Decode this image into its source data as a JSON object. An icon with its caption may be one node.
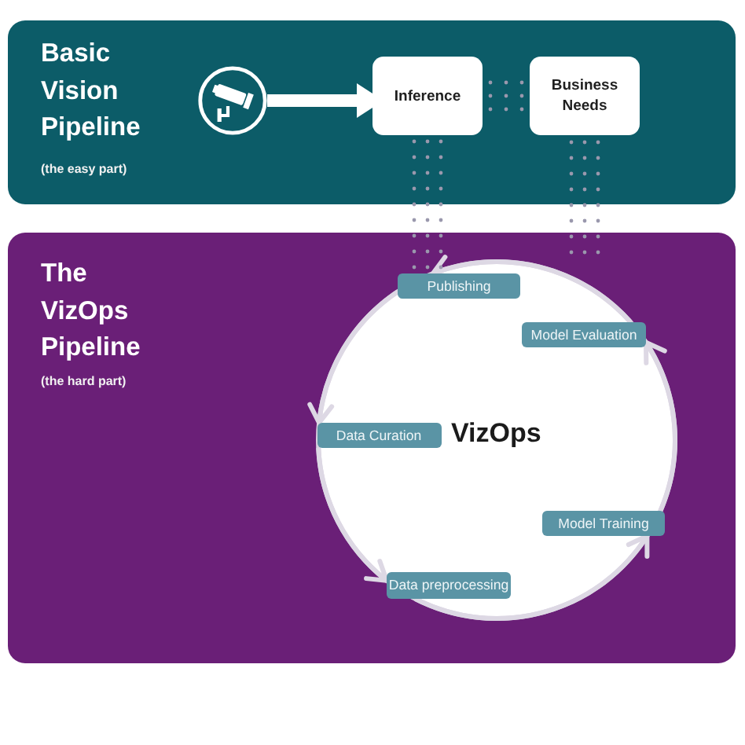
{
  "diagram": {
    "nodes": [
      {
        "text": [
          "Basic Vision Pipeline",
          "(the easy part)"
        ]
      },
      {
        "text": [],
        "shape": "picture",
        "in": 0
      },
      {
        "text": [
          "Inference"
        ],
        "in": 0
      },
      {
        "text": [
          "Business Needs"
        ],
        "in": 0
      },
      {
        "text": [
          "The VizOps Pipeline",
          "(the hard part)"
        ]
      },
      {
        "text": [
          "VizOps"
        ],
        "in": 4
      },
      {
        "text": [
          "Publishing"
        ],
        "in": 5
      },
      {
        "text": [
          "Model Evaluation"
        ],
        "in": 5
      },
      {
        "text": [
          "Data Curation"
        ],
        "in": 5
      },
      {
        "text": [
          "Model Training"
        ],
        "in": 5
      },
      {
        "text": [
          "Data preprocessing"
        ],
        "in": 5
      }
    ],
    "edges": [
      {
        "from": 1,
        "to": 2,
        "arrow": "to",
        "style": "thick",
        "color": "#ffffff"
      },
      {
        "from": 2,
        "to": 3,
        "arrow": "none",
        "style": "dashed",
        "color": "#9a98ad"
      },
      {
        "from": 2,
        "to": 6,
        "arrow": "none",
        "style": "dashed",
        "color": "#9a98ad"
      },
      {
        "from": 3,
        "to": 5,
        "arrow": "none",
        "style": "dashed",
        "color": "#9a98ad"
      },
      {
        "from": 7,
        "to": 6,
        "arrow": "to"
      },
      {
        "from": 6,
        "to": 8,
        "arrow": "to"
      },
      {
        "from": 8,
        "to": 10,
        "arrow": "to"
      },
      {
        "from": 10,
        "to": 9,
        "arrow": "to"
      },
      {
        "from": 9,
        "to": 7,
        "arrow": "to"
      }
    ]
  }
}
